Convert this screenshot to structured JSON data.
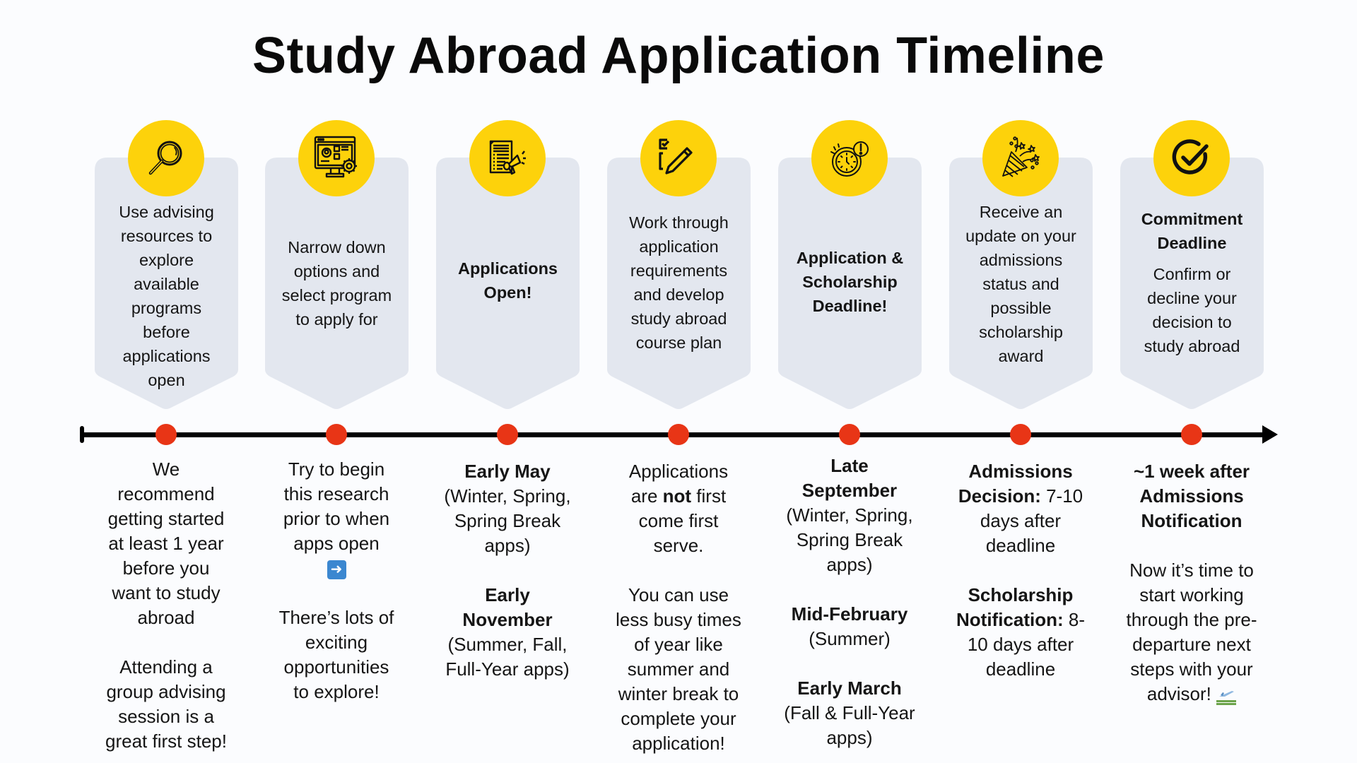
{
  "title": "Study Abroad Application Timeline",
  "colors": {
    "background": "#fbfcfe",
    "card": "#e3e7ef",
    "badge": "#fdd20b",
    "dot": "#e83516",
    "line": "#000000"
  },
  "steps": [
    {
      "icon": "magnifying-glass-icon",
      "card_heading": "",
      "card_text": [
        "Use advising",
        "resources to",
        "explore",
        "available",
        "programs",
        "before",
        "applications",
        "open"
      ],
      "below": [
        {
          "lines": [
            "We",
            "recommend",
            "getting started",
            "at least 1 year",
            "before you",
            "want to study",
            "abroad"
          ]
        },
        {
          "lines": [
            "Attending a",
            "group advising",
            "session is a",
            "great first step!"
          ]
        }
      ]
    },
    {
      "icon": "computer-settings-icon",
      "card_heading": "",
      "card_text": [
        "Narrow down",
        "options and",
        "select program",
        "to apply for"
      ],
      "below": [
        {
          "lines": [
            "Try to begin",
            "this research",
            "prior to when",
            "apps open"
          ],
          "emoji": "right-arrow-emoji"
        },
        {
          "lines": [
            "There’s lots of",
            "exciting",
            "opportunities",
            "to explore!"
          ]
        }
      ]
    },
    {
      "icon": "announcement-document-icon",
      "card_heading": "Applications Open!",
      "card_heading_lines": [
        "Applications",
        "Open!"
      ],
      "card_text": [],
      "below": [
        {
          "bold": [
            "Early May"
          ],
          "lines": [
            "(Winter, Spring,",
            "Spring Break",
            "apps)"
          ]
        },
        {
          "bold": [
            "Early",
            "November"
          ],
          "lines": [
            "(Summer, Fall,",
            "Full-Year apps)"
          ]
        }
      ]
    },
    {
      "icon": "checklist-pencil-icon",
      "card_heading": "",
      "card_text": [
        "Work through",
        "application",
        "requirements",
        "and develop",
        "study abroad",
        "course plan"
      ],
      "below": [
        {
          "rich_lines": [
            [
              "Applications"
            ],
            [
              "are ",
              {
                "b": "not"
              },
              " first"
            ],
            [
              "come first"
            ],
            [
              "serve."
            ]
          ]
        },
        {
          "lines": [
            "You can use",
            "less busy times",
            "of year like",
            "summer and",
            "winter break to",
            "complete your",
            "application!"
          ]
        }
      ]
    },
    {
      "icon": "clock-alert-icon",
      "card_heading": "Application & Scholarship Deadline!",
      "card_heading_lines": [
        "Application &",
        "Scholarship",
        "Deadline!"
      ],
      "card_text": [],
      "below": [
        {
          "bold": [
            "Late",
            "September"
          ],
          "lines": [
            "(Winter, Spring,",
            "Spring Break",
            "apps)"
          ]
        },
        {
          "bold": [
            "Mid-February"
          ],
          "lines": [
            "(Summer)"
          ]
        },
        {
          "bold": [
            "Early March"
          ],
          "lines": [
            "(Fall & Full-Year",
            "apps)"
          ]
        }
      ]
    },
    {
      "icon": "party-popper-icon",
      "card_heading": "",
      "card_text": [
        "Receive an",
        "update on your",
        "admissions",
        "status and",
        "possible",
        "scholarship",
        "award"
      ],
      "below": [
        {
          "rich_lines": [
            [
              {
                "b": "Admissions"
              }
            ],
            [
              {
                "b": "Decision:"
              },
              " 7-10"
            ],
            [
              "days after"
            ],
            [
              "deadline"
            ]
          ]
        },
        {
          "rich_lines": [
            [
              {
                "b": "Scholarship"
              }
            ],
            [
              {
                "b": "Notification:"
              },
              " 8-"
            ],
            [
              "10 days after"
            ],
            [
              "deadline"
            ]
          ]
        }
      ]
    },
    {
      "icon": "check-circle-icon",
      "card_heading": "Commitment Deadline",
      "card_heading_lines": [
        "Commitment",
        "Deadline"
      ],
      "card_text": [
        "Confirm or",
        "decline your",
        "decision to",
        "study abroad"
      ],
      "below": [
        {
          "bold": [
            "~1 week after",
            "Admissions",
            "Notification"
          ],
          "lines": []
        },
        {
          "lines": [
            "Now it’s time to",
            "start working",
            "through the pre-",
            "departure next",
            "steps with your",
            "advisor!"
          ],
          "emoji": "airplane-departure-emoji"
        }
      ]
    }
  ]
}
